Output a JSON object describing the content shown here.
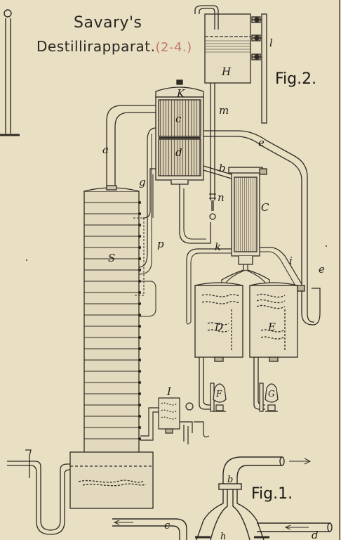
{
  "title": {
    "line1": "Savary's",
    "line2": "Destillirapparat.",
    "note": "(2-4.)"
  },
  "figures": {
    "fig2": "Fig.2.",
    "fig1": "Fig.1."
  },
  "labels": {
    "H": "H",
    "l": "l",
    "K": "K",
    "m": "m",
    "c_cond": "c",
    "d_cond": "d",
    "a": "a",
    "e_upper": "e",
    "b": "b",
    "C": "C",
    "g": "g",
    "n": "n",
    "S": "S",
    "p": "p",
    "k": "k",
    "i": "i",
    "e_lower": "e",
    "D": "D",
    "E": "E",
    "F": "F",
    "G": "G",
    "I": "I",
    "b_fig1": "b",
    "c_fig1": "c",
    "h_fig1": "h",
    "d_fig1": "d"
  }
}
